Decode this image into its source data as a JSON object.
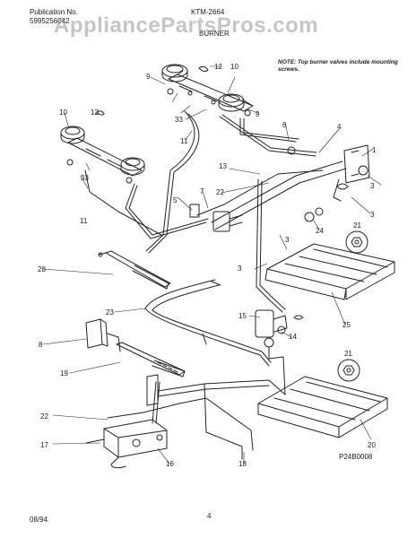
{
  "header": {
    "publication_label": "Publication No.",
    "publication_number": "5995256042",
    "model": "KTM-2664",
    "section": "BURNER"
  },
  "watermark": "AppliancePartsPros.com",
  "note": "NOTE: Top burner valves include mounting screws.",
  "callouts": [
    "1",
    "3",
    "3",
    "3",
    "3",
    "4",
    "5",
    "6",
    "7",
    "8",
    "9",
    "9",
    "10",
    "10",
    "11",
    "11",
    "12",
    "12",
    "13",
    "14",
    "15",
    "16",
    "17",
    "18",
    "19",
    "20",
    "21",
    "21",
    "22",
    "22",
    "23",
    "24",
    "25",
    "28",
    "33",
    "33"
  ],
  "diagram_code": "P24B0008",
  "footer": {
    "date": "08/94",
    "page": "4"
  }
}
